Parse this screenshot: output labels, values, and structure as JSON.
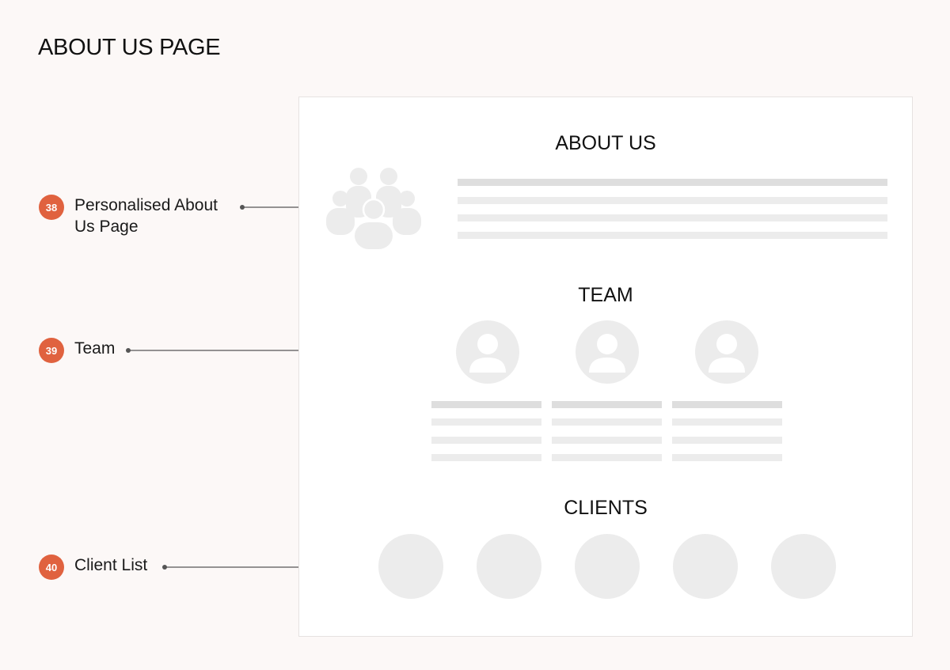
{
  "page": {
    "title": "ABOUT US PAGE"
  },
  "annotations": [
    {
      "number": "38",
      "label_line1": "Personalised About",
      "label_line2": "Us Page"
    },
    {
      "number": "39",
      "label": "Team"
    },
    {
      "number": "40",
      "label": "Client List"
    }
  ],
  "wireframe": {
    "about_heading": "ABOUT US",
    "team_heading": "TEAM",
    "clients_heading": "CLIENTS"
  },
  "colors": {
    "badge": "#e0623f",
    "placeholder": "#ececec",
    "background": "#fcf8f7"
  },
  "icons": [
    "group-people-icon",
    "person-avatar-icon"
  ]
}
